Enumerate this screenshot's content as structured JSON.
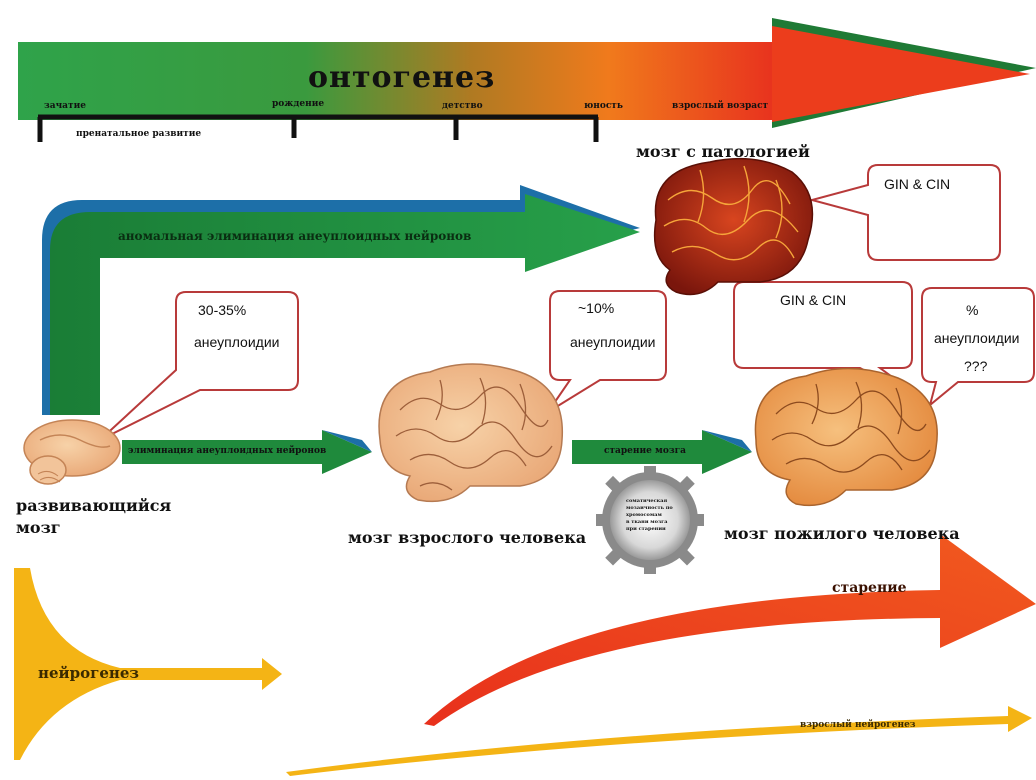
{
  "colors": {
    "green": "#1f8a3c",
    "teal": "#1d6fa8",
    "orange": "#f08a1e",
    "red": "#e8321e",
    "yellow": "#f4b415",
    "bubble_border": "#b83a3a"
  },
  "ontogenesis": {
    "title": "онтогенез",
    "stages": [
      "зачатие",
      "рождение",
      "детство",
      "юность",
      "взрослый возраст"
    ],
    "prenatal": "пренатальное развитие"
  },
  "pathology": {
    "label": "мозг с патологией",
    "arrow_label": "аномальная элиминация анеуплоидных нейронов",
    "bubble": "GIN & CIN"
  },
  "developing": {
    "label_line1": "развивающийся",
    "label_line2": "мозг",
    "bubble_line1": "30-35%",
    "bubble_line2": "анеуплоидии",
    "arrow_label": "элиминация анеуплоидных нейронов"
  },
  "adult": {
    "label": "мозг взрослого человека",
    "bubble_line1": "~10%",
    "bubble_line2": "анеуплоидии",
    "arrow_label": "старение мозга"
  },
  "elderly": {
    "label": "мозг пожилого человека",
    "bubble_gin": "GIN & CIN",
    "bubble_line1": "%",
    "bubble_line2": "анеуплоидии",
    "bubble_line3": "???"
  },
  "gear": {
    "text_lines": [
      "соматическая",
      "мозаичность по",
      "хромосомам",
      "в ткани мозга",
      "при старении"
    ]
  },
  "bottom": {
    "neurogenesis": "нейрогенез",
    "aging": "старение",
    "adult_neurogenesis": "взрослый нейрогенез"
  }
}
